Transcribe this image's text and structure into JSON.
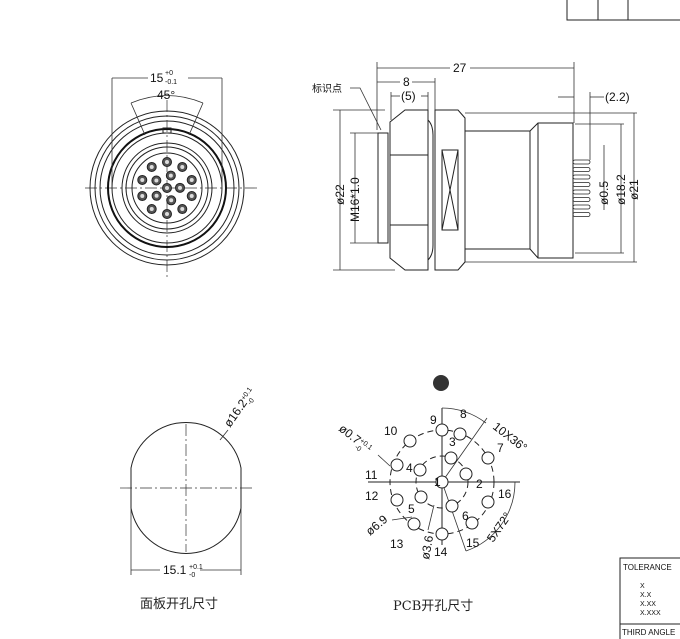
{
  "front_view": {
    "width_dim": "15",
    "width_tol_upper": "+0",
    "width_tol_lower": "-0.1",
    "angle_dim": "45°"
  },
  "side_view": {
    "marker_label": "标识点",
    "length_total": "27",
    "length_front": "8",
    "length_thread": "(5)",
    "pin_protrusion": "(2.2)",
    "dia_outer": "ø22",
    "thread": "M16*1.0",
    "pin_dia": "ø0.5",
    "dia_rear": "ø18.2",
    "dia_body": "ø21"
  },
  "panel_cutout": {
    "dia_dim": "ø16.2",
    "dia_tol_upper": "+0.1",
    "dia_tol_lower": "-0",
    "flat_dim": "15.1",
    "flat_tol_upper": "+0.1",
    "flat_tol_lower": "-0",
    "caption": "面板开孔尺寸"
  },
  "pcb_layout": {
    "hole_dia": "ø0.7",
    "hole_tol_upper": "+0.1",
    "hole_tol_lower": "-0",
    "outer_angle": "10X36°",
    "inner_angle": "5X72°",
    "outer_circle_dia": "ø6.9",
    "inner_circle_dia": "ø3.6",
    "pins": [
      "1",
      "2",
      "3",
      "4",
      "5",
      "6",
      "7",
      "8",
      "9",
      "10",
      "11",
      "12",
      "13",
      "14",
      "15",
      "16"
    ],
    "caption": "PCB开孔尺寸"
  },
  "title_block": {
    "tolerance_label": "TOLERANCE",
    "rows": [
      "X",
      "X.X",
      "X.XX",
      "X.XXX"
    ],
    "projection_label": "THIRD ANGLE"
  }
}
